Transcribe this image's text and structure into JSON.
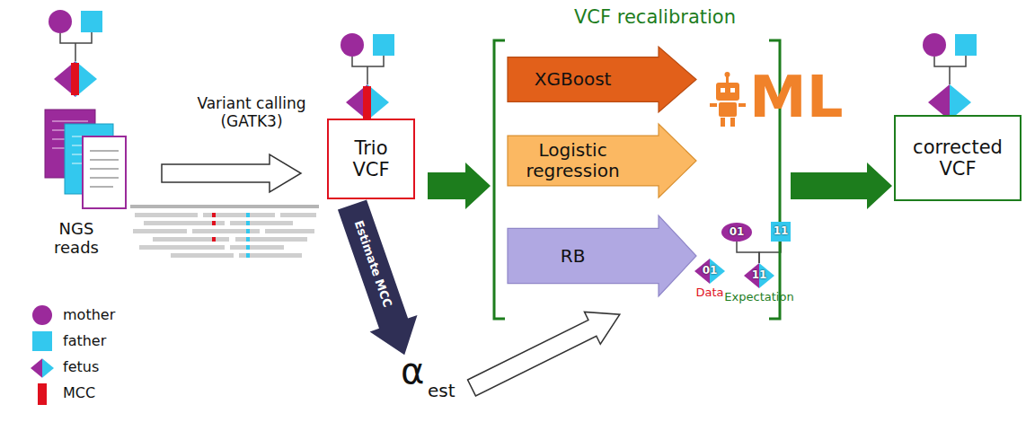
{
  "diagram": {
    "title": "VCF recalibration",
    "nodes": [
      {
        "text": [
          "Trio VCF"
        ]
      },
      {
        "text": [
          "VCF recalibration"
        ]
      },
      {
        "text": [
          "XGBoost"
        ],
        "in": 1
      },
      {
        "text": [
          "Logistic regression"
        ],
        "in": 1
      },
      {
        "text": [
          "RB"
        ],
        "in": 1
      },
      {
        "text": [
          "01"
        ],
        "in": 1
      },
      {
        "text": [
          "11"
        ],
        "in": 1
      },
      {
        "text": [
          "01",
          "Data"
        ],
        "in": 1
      },
      {
        "text": [
          "11",
          "Expectation"
        ],
        "in": 1
      },
      {
        "text": [
          "corrected VCF"
        ]
      }
    ],
    "edges": [
      {
        "from": 0,
        "to": 1,
        "arrow": "to"
      },
      {
        "from": 1,
        "to": 9,
        "arrow": "to"
      },
      {
        "from": 5,
        "to": 8,
        "arrow": "none"
      },
      {
        "from": 6,
        "to": 8,
        "arrow": "none"
      }
    ],
    "labels": [
      "Variant calling (GATK3)",
      "NGS reads",
      "Estimate MCC",
      "α",
      "est",
      "ML"
    ],
    "legend": [
      {
        "text": "mother",
        "color": "#9b2a9b"
      },
      {
        "text": "father",
        "color": "#33c8ee"
      },
      {
        "text": "fetus"
      },
      {
        "text": "MCC",
        "color": "#e0101e"
      }
    ]
  }
}
